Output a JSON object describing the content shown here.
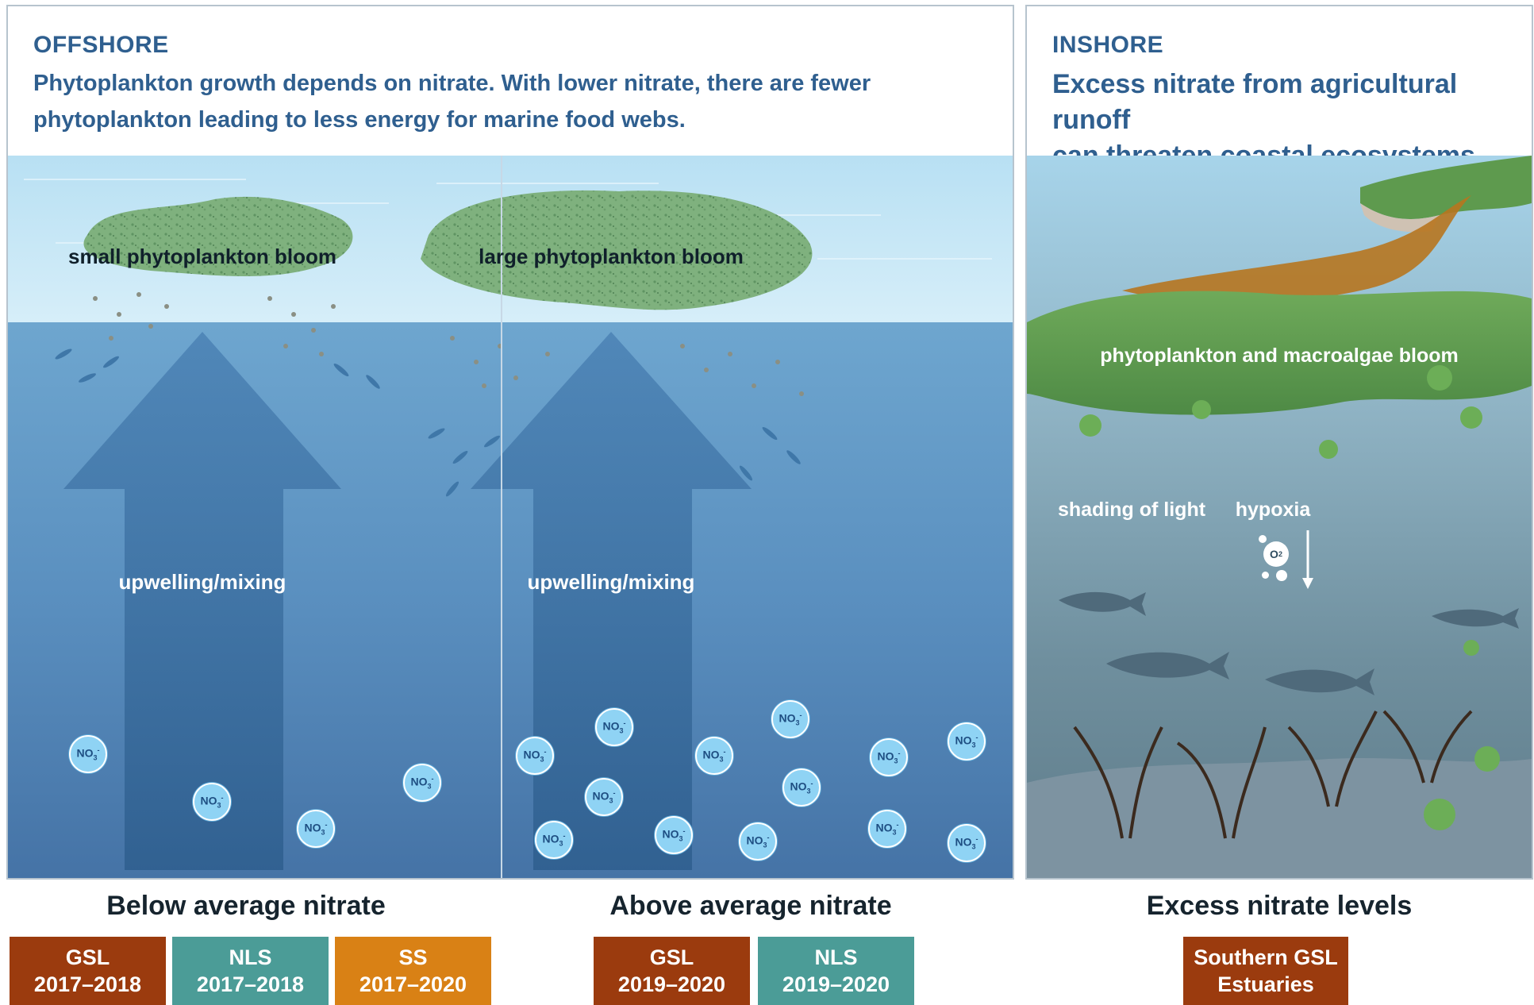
{
  "colors": {
    "gsl": "#9b3b0e",
    "nls": "#4b9c97",
    "ss": "#d98115",
    "heading": "#2f5f8f"
  },
  "offshore": {
    "label": "OFFSHORE",
    "text_line1": "Phytoplankton growth depends on nitrate. With lower nitrate, there are fewer",
    "text_line2": "phytoplankton leading to less energy for marine food webs.",
    "left": {
      "bloom_label": "small phytoplankton bloom",
      "arrow_label": "upwelling/mixing",
      "nitrate_count": 5,
      "caption": "Below average nitrate",
      "tags": [
        {
          "name": "GSL",
          "years": "2017–2018"
        },
        {
          "name": "NLS",
          "years": "2017–2018"
        },
        {
          "name": "SS",
          "years": "2017–2020"
        }
      ]
    },
    "right": {
      "bloom_label": "large phytoplankton bloom",
      "arrow_label": "upwelling/mixing",
      "nitrate_count": 14,
      "caption": "Above average nitrate",
      "tags": [
        {
          "name": "GSL",
          "years": "2019–2020"
        },
        {
          "name": "NLS",
          "years": "2019–2020"
        }
      ]
    }
  },
  "inshore": {
    "label": "INSHORE",
    "text_line1": "Excess nitrate from agricultural runoff",
    "text_line2": "can threaten coastal ecosystems.",
    "bloom_label": "phytoplankton and macroalgae bloom",
    "shading_label": "shading of light",
    "hypoxia_label": "hypoxia",
    "o2_label": "O",
    "caption": "Excess nitrate levels",
    "tag": {
      "line1": "Southern GSL",
      "line2": "Estuaries"
    }
  },
  "nitrate_symbol": {
    "base": "NO",
    "sub": "3",
    "sup": "-"
  }
}
